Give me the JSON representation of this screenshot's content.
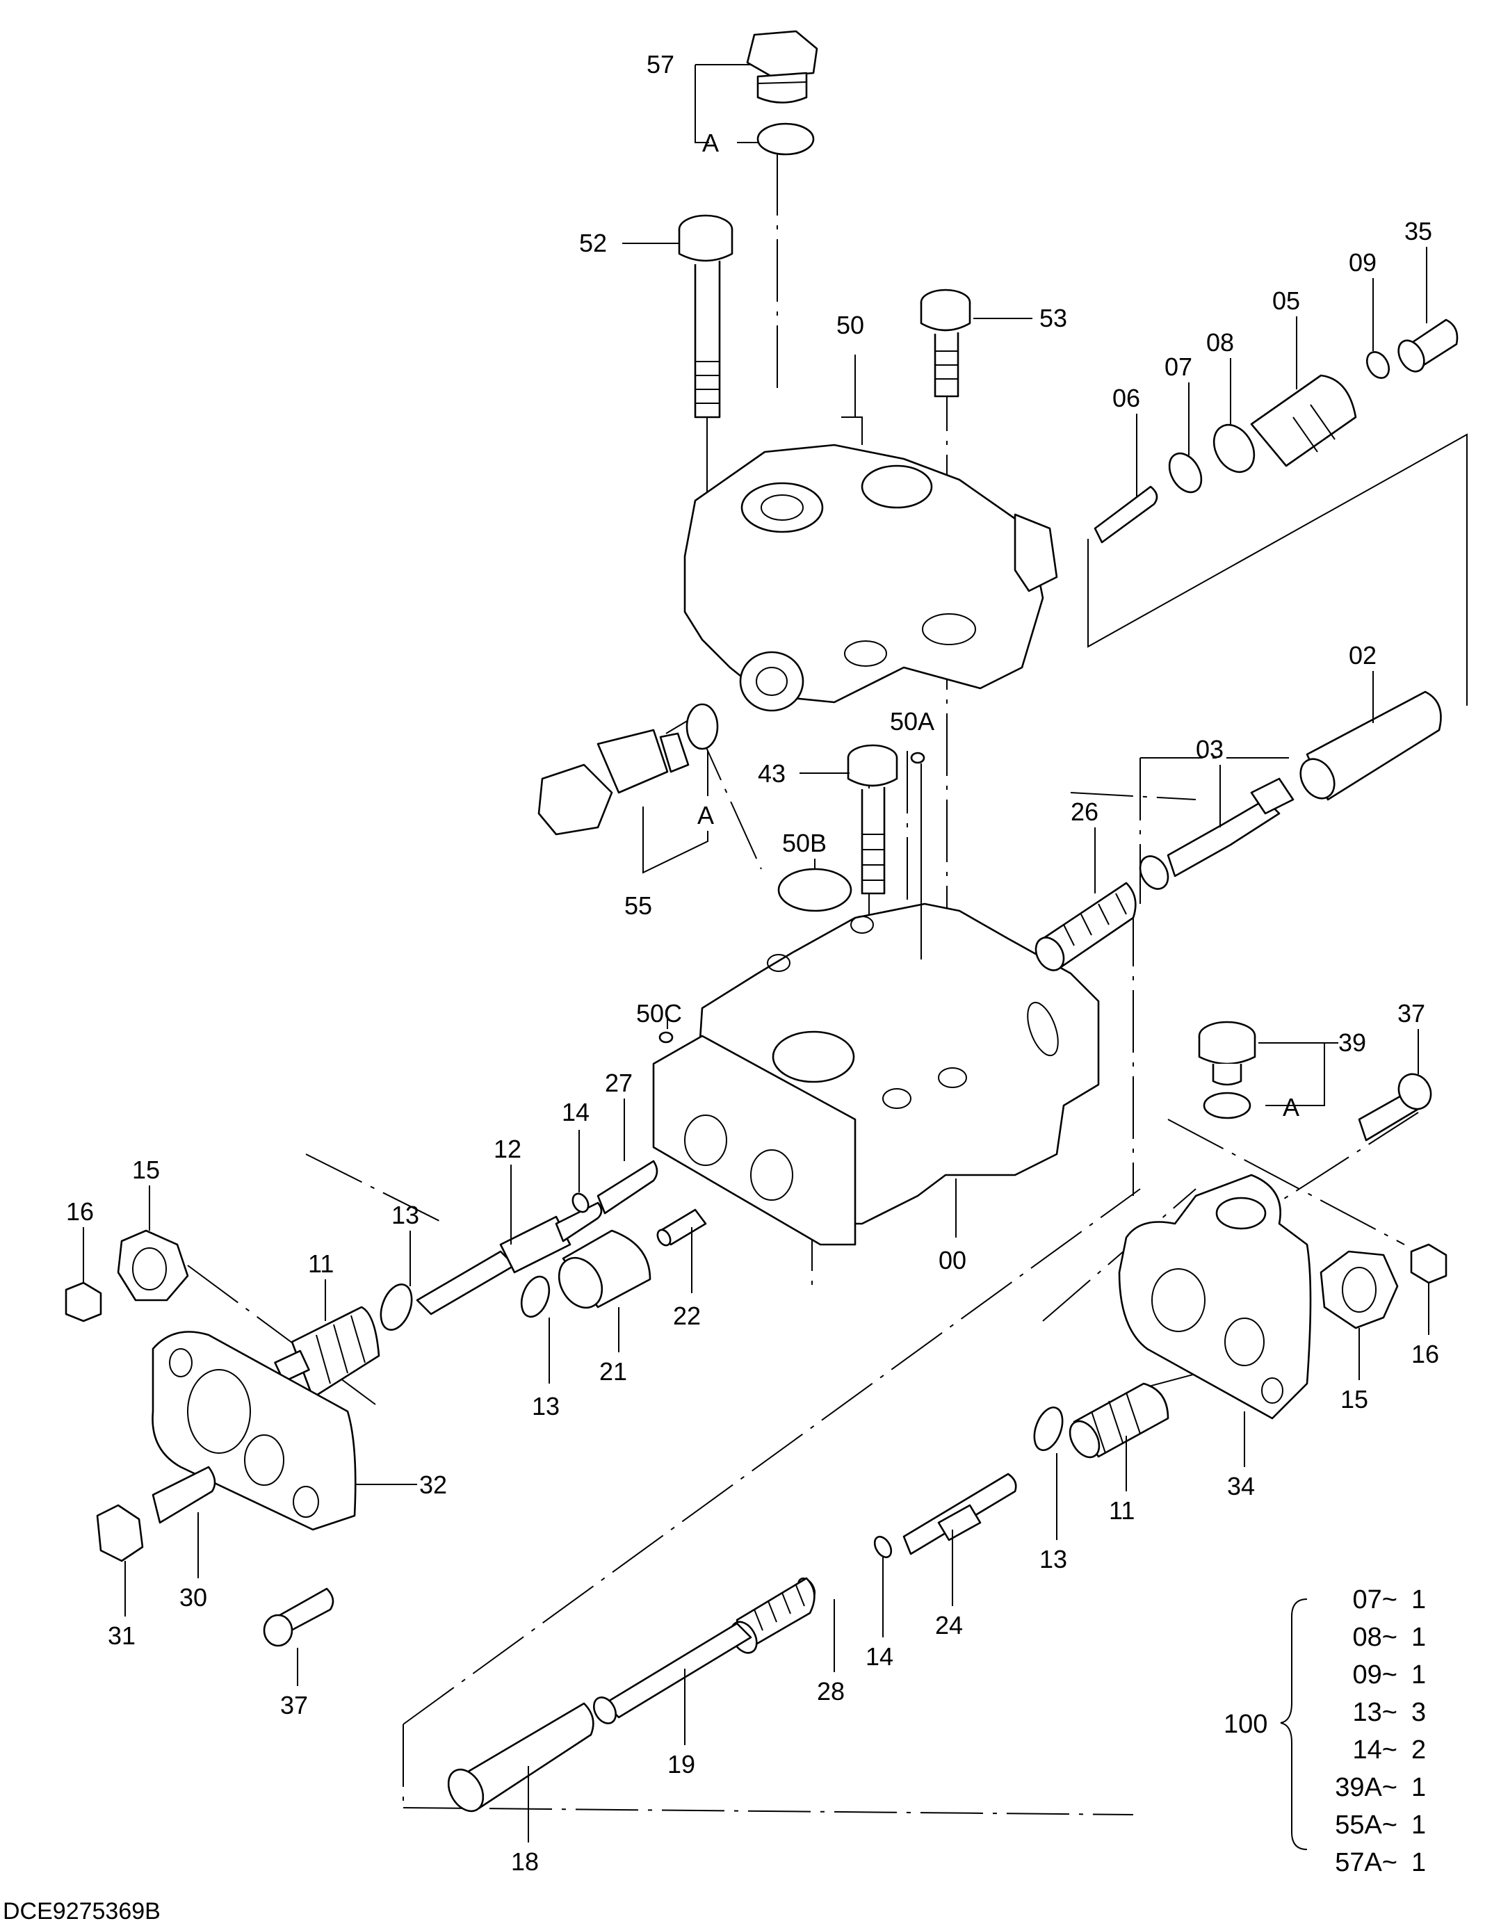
{
  "drawing_id": "DCE9275369B",
  "callouts": {
    "c57": "57",
    "cA1": "A",
    "c52": "52",
    "c53": "53",
    "c50": "50",
    "c35": "35",
    "c09": "09",
    "c05": "05",
    "c08": "08",
    "c07": "07",
    "c06": "06",
    "c02": "02",
    "c03": "03",
    "c26": "26",
    "c50A": "50A",
    "c43": "43",
    "cA2": "A",
    "c55": "55",
    "c50B": "50B",
    "c50C": "50C",
    "c27": "27",
    "c14a": "14",
    "c12": "12",
    "c37a": "37",
    "c39": "39",
    "cA3": "A",
    "c15a": "15",
    "c16a": "16",
    "c13a": "13",
    "c11a": "11",
    "c22": "22",
    "c21": "21",
    "c13b": "13",
    "c00": "00",
    "c32": "32",
    "c30": "30",
    "c31": "31",
    "c37b": "37",
    "c15b": "15",
    "c16b": "16",
    "c34": "34",
    "c11b": "11",
    "c13c": "13",
    "c24": "24",
    "c14b": "14",
    "c28": "28",
    "c19": "19",
    "c18": "18"
  },
  "kit": {
    "number": "100",
    "items": [
      {
        "part": "07~",
        "qty": "1"
      },
      {
        "part": "08~",
        "qty": "1"
      },
      {
        "part": "09~",
        "qty": "1"
      },
      {
        "part": "13~",
        "qty": "3"
      },
      {
        "part": "14~",
        "qty": "2"
      },
      {
        "part": "39A~",
        "qty": "1"
      },
      {
        "part": "55A~",
        "qty": "1"
      },
      {
        "part": "57A~",
        "qty": "1"
      }
    ]
  }
}
